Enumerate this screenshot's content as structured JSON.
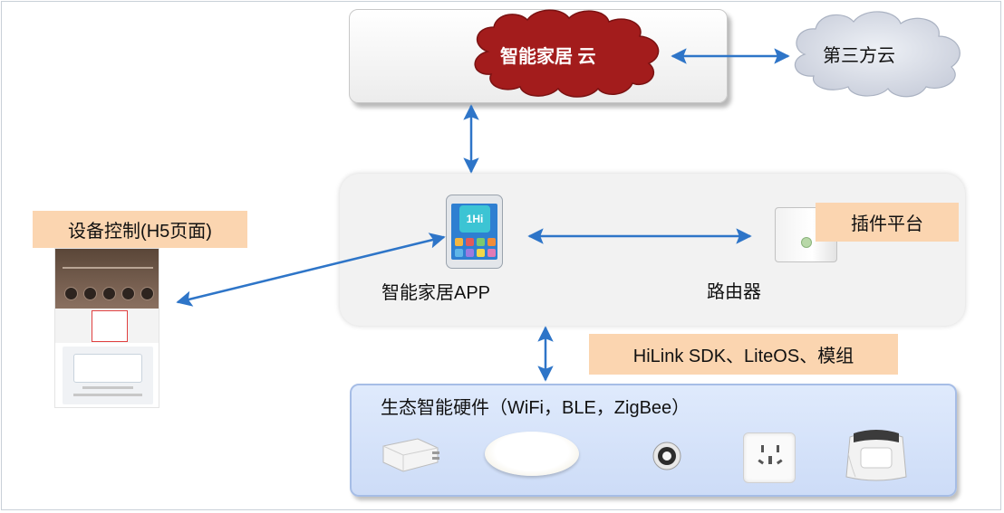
{
  "cloud": {
    "main_label": "智能家居 云",
    "third_party_label": "第三方云",
    "main_color": "#a31c1c"
  },
  "app_panel": {
    "app_label": "智能家居APP",
    "app_icon_text": "1Hi",
    "router_label": "路由器",
    "plugin_label": "插件平台"
  },
  "device_control": {
    "label": "设备控制(H5页面)"
  },
  "sdk": {
    "label": "HiLink SDK、LiteOS、模组"
  },
  "hardware": {
    "label": "生态智能硬件（WiFi，BLE，ZigBee）",
    "devices": [
      "smart-plug-module",
      "ceiling-light",
      "spotlight",
      "wall-socket",
      "air-purifier"
    ]
  },
  "colors": {
    "arrow": "#2e75c8",
    "label_bg": "#fbd5b0",
    "cloud_bg": "#a31c1c",
    "third_cloud_bg": "#dde1ea",
    "hw_panel_bg": "#cddcf7"
  }
}
